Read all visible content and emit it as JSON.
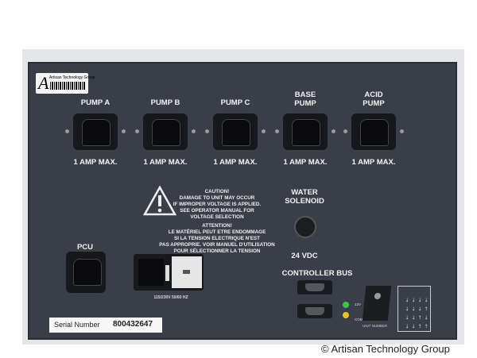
{
  "asset_label": {
    "company": "Artisan Technology Group",
    "logo_letter": "A"
  },
  "pumps": [
    {
      "label": "PUMP A",
      "rating": "1 AMP MAX."
    },
    {
      "label": "PUMP B",
      "rating": "1 AMP MAX."
    },
    {
      "label": "PUMP C",
      "rating": "1 AMP MAX."
    },
    {
      "label": "BASE\nPUMP",
      "rating": "1 AMP MAX."
    },
    {
      "label": "ACID\nPUMP",
      "rating": "1 AMP MAX."
    }
  ],
  "caution": {
    "english": "CAUTION!\nDAMAGE TO UNIT MAY OCCUR\nIF IMPROPER VOLTAGE IS APPLIED.\nSEE OPERATOR MANUAL FOR\nVOLTAGE SELECTION",
    "french": "ATTENTION!\nLE MATÉRIEL PEUT ETRE ENDOMMAGE\nSI LA TENSION ELECTRIQUE N'EST\nPAS APPROPRIE. VOIR MANUEL D'UTILISATION\nPOUR SÉLECTIONNER LA TENSION"
  },
  "water_solenoid": {
    "label": "WATER\nSOLENOID",
    "voltage": "24 VDC"
  },
  "pcu": {
    "label": "PCU"
  },
  "power_entry": {
    "rating": "115/230V 50/60 HZ"
  },
  "controller_bus": {
    "label": "CONTROLLER BUS",
    "led_12v": "12V",
    "led_comm": "COMM",
    "unit_number": "UNIT NUMBER"
  },
  "serial": {
    "label": "Serial Number",
    "value": "800432647"
  },
  "watermark": "© Artisan Technology Group",
  "colors": {
    "panel": "#3a3e48",
    "led_green": "#3fc24a",
    "led_yellow": "#e6c51c"
  }
}
